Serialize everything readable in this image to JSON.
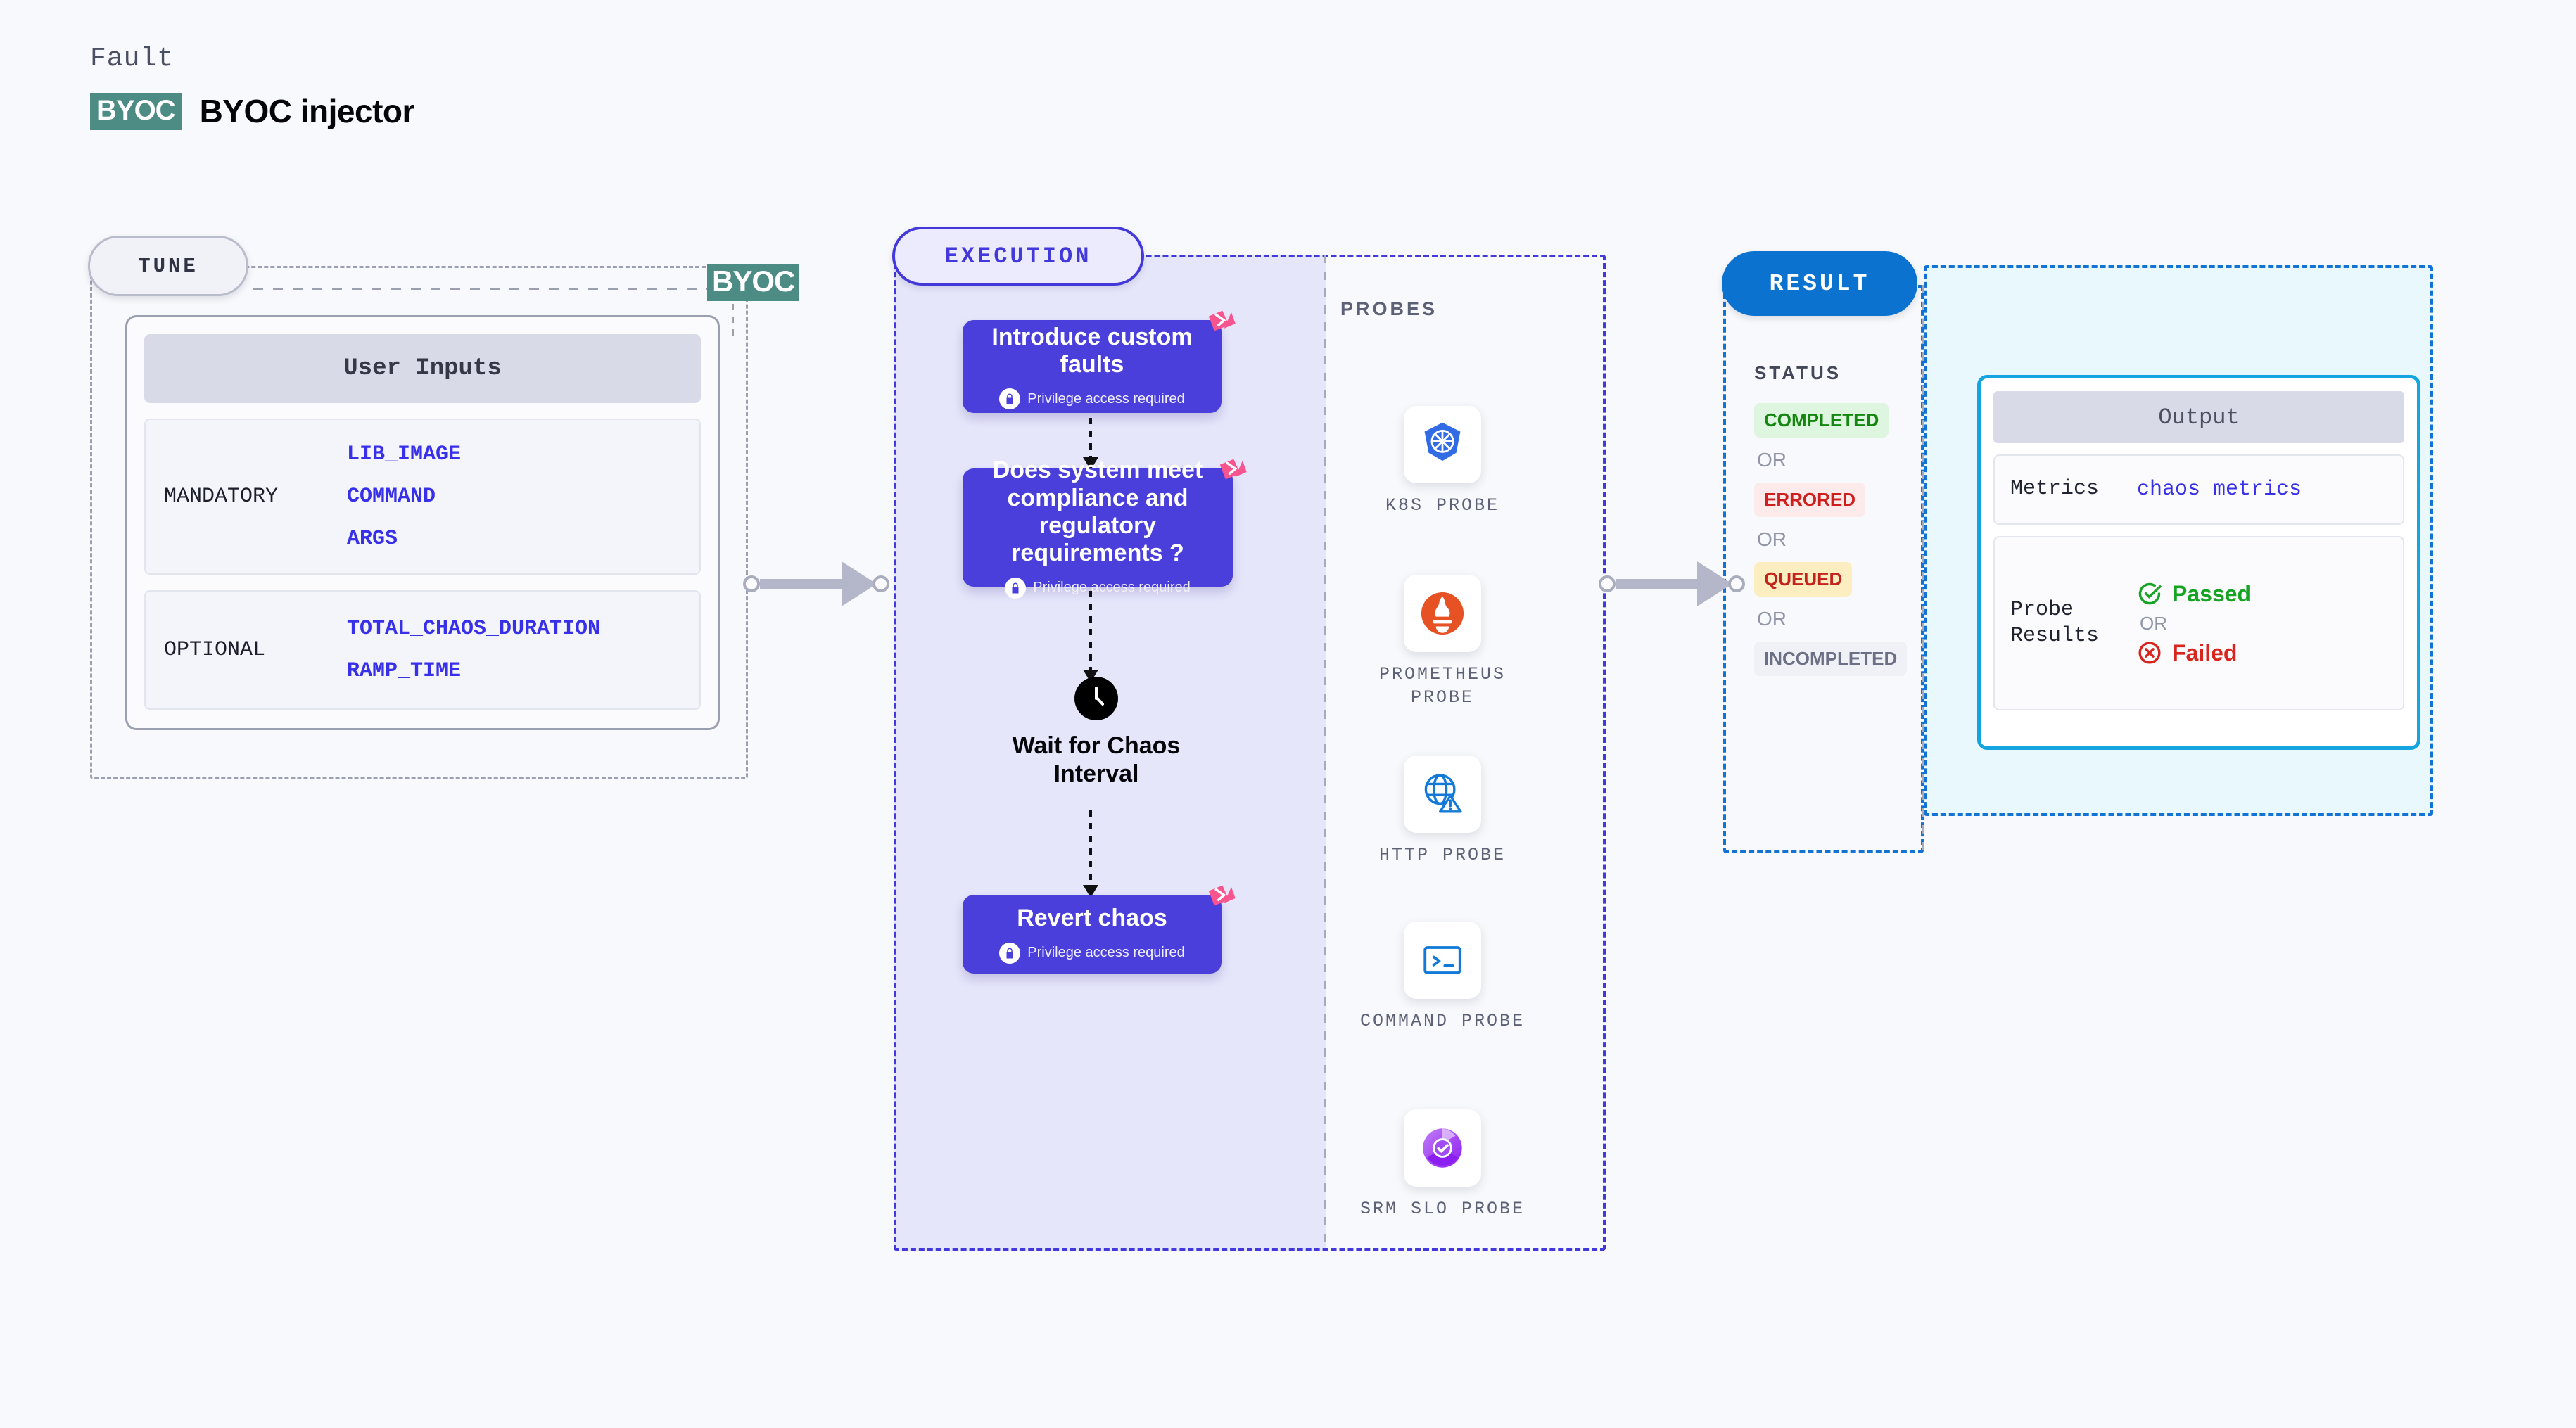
{
  "header": {
    "kicker": "Fault",
    "badge": "BYOC",
    "title": "BYOC injector"
  },
  "tune": {
    "pill_label": "TUNE",
    "byoc_tag": "BYOC",
    "card_title": "User Inputs",
    "groups": [
      {
        "label": "MANDATORY",
        "values": [
          "LIB_IMAGE",
          "COMMAND",
          "ARGS"
        ]
      },
      {
        "label": "OPTIONAL",
        "values": [
          "TOTAL_CHAOS_DURATION",
          "RAMP_TIME"
        ]
      }
    ]
  },
  "execution": {
    "pill_label": "EXECUTION",
    "privilege_note": "Privilege access required",
    "cards": [
      {
        "title": "Introduce custom faults"
      },
      {
        "title": "Does system meet compliance and regulatory requirements ?"
      },
      {
        "title": "Revert chaos"
      }
    ],
    "wait_node": {
      "icon": "clock-icon",
      "label": "Wait for Chaos Interval"
    }
  },
  "probes": {
    "title": "PROBES",
    "items": [
      {
        "name": "K8S PROBE",
        "icon": "kubernetes-icon"
      },
      {
        "name": "PROMETHEUS PROBE",
        "icon": "prometheus-icon"
      },
      {
        "name": "HTTP PROBE",
        "icon": "http-globe-icon"
      },
      {
        "name": "COMMAND PROBE",
        "icon": "terminal-icon"
      },
      {
        "name": "SRM SLO PROBE",
        "icon": "srm-slo-icon"
      }
    ]
  },
  "result": {
    "pill_label": "RESULT",
    "status_title": "STATUS",
    "or_label": "OR",
    "statuses": [
      {
        "label": "COMPLETED",
        "bg": "#def5e0",
        "fg": "#15860f"
      },
      {
        "label": "ERRORED",
        "bg": "#fdeaea",
        "fg": "#ce1f1f"
      },
      {
        "label": "QUEUED",
        "bg": "#fdeec2",
        "fg": "#c4231c"
      },
      {
        "label": "INCOMPLETED",
        "bg": "#f0f1f6",
        "fg": "#6b7085"
      }
    ],
    "output": {
      "title": "Output",
      "metrics_key": "Metrics",
      "metrics_value": "chaos metrics",
      "probe_key": "Probe Results",
      "passed_label": "Passed",
      "failed_label": "Failed",
      "or_label": "OR"
    }
  },
  "colors": {
    "execution_accent": "#4338d9",
    "execution_card": "#4a3fdb",
    "execution_bg": "#e6e6fb",
    "result_accent": "#1273d4",
    "result_pill": "#0c72cf",
    "output_border": "#14a5e0",
    "output_bg": "#e8f8fd",
    "byoc_teal": "#4d8b85",
    "marker_pink": "#f8558f",
    "passed_green": "#17a323",
    "failed_red": "#d8261e",
    "param_blue": "#3730e8"
  }
}
